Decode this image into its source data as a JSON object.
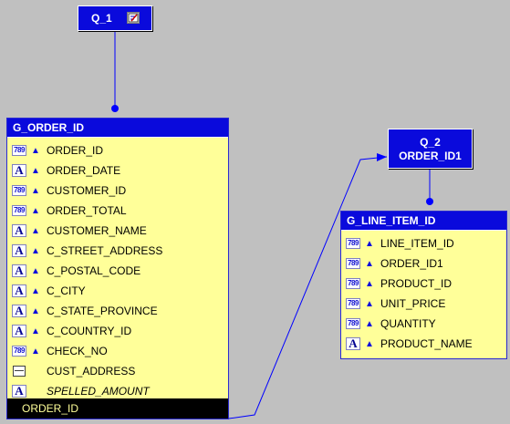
{
  "colors": {
    "canvas": "#c0c0c0",
    "header_blue": "#0a0adc",
    "group_fill": "#ffff99",
    "link_line": "#0000ff"
  },
  "queries": [
    {
      "label": "Q_1",
      "icon": "query-edit-icon"
    },
    {
      "label": "Q_2",
      "sublabel": "ORDER_ID1"
    }
  ],
  "groups": [
    {
      "title": "G_ORDER_ID",
      "items": [
        {
          "type": "number",
          "label": "ORDER_ID",
          "arrow": true
        },
        {
          "type": "character",
          "label": "ORDER_DATE",
          "arrow": true
        },
        {
          "type": "number",
          "label": "CUSTOMER_ID",
          "arrow": true
        },
        {
          "type": "number",
          "label": "ORDER_TOTAL",
          "arrow": true
        },
        {
          "type": "character",
          "label": "CUSTOMER_NAME",
          "arrow": true
        },
        {
          "type": "character",
          "label": "C_STREET_ADDRESS",
          "arrow": true
        },
        {
          "type": "character",
          "label": "C_POSTAL_CODE",
          "arrow": true
        },
        {
          "type": "character",
          "label": "C_CITY",
          "arrow": true
        },
        {
          "type": "character",
          "label": "C_STATE_PROVINCE",
          "arrow": true
        },
        {
          "type": "character",
          "label": "C_COUNTRY_ID",
          "arrow": true
        },
        {
          "type": "number",
          "label": "CHECK_NO",
          "arrow": true
        },
        {
          "type": "placeholder",
          "label": "CUST_ADDRESS",
          "arrow": false
        },
        {
          "type": "character",
          "label": "SPELLED_AMOUNT",
          "arrow": false,
          "italic": true
        }
      ],
      "footer": "ORDER_ID"
    },
    {
      "title": "G_LINE_ITEM_ID",
      "items": [
        {
          "type": "number",
          "label": "LINE_ITEM_ID",
          "arrow": true
        },
        {
          "type": "number",
          "label": "ORDER_ID1",
          "arrow": true
        },
        {
          "type": "number",
          "label": "PRODUCT_ID",
          "arrow": true
        },
        {
          "type": "number",
          "label": "UNIT_PRICE",
          "arrow": true
        },
        {
          "type": "number",
          "label": "QUANTITY",
          "arrow": true
        },
        {
          "type": "character",
          "label": "PRODUCT_NAME",
          "arrow": true
        }
      ]
    }
  ],
  "icon_text": {
    "number": "789",
    "character": "A",
    "arrow": "▲"
  }
}
